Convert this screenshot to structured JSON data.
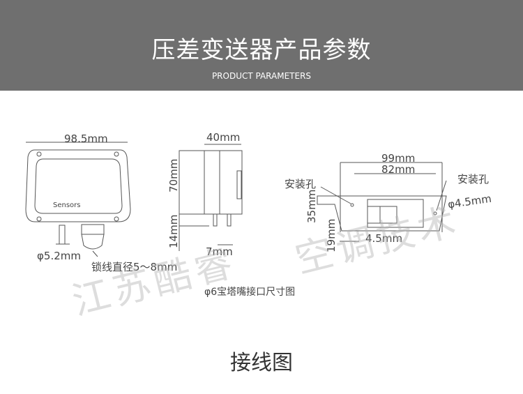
{
  "header": {
    "title": "压差变送器产品参数",
    "subtitle": "PRODUCT PARAMETERS"
  },
  "front_view": {
    "width": "98.5mm",
    "brand": "Sensors",
    "nozzle": "φ5.2mm",
    "cable": "锁线直径5～8mm"
  },
  "side_view": {
    "depth": "40mm",
    "height": "70mm",
    "nozzle_height": "14mm",
    "nozzle_spacing": "7mm",
    "nozzle_caption": "φ6宝塔嘴接口尺寸图"
  },
  "back_view": {
    "outer_width": "99mm",
    "hole_spacing": "82mm",
    "mount_hole_left": "安装孔",
    "mount_hole_right": "安装孔",
    "hole_diameter": "φ4.5mm",
    "height": "35mm",
    "hole_height": "19mm",
    "offset": "4.5mm"
  },
  "watermark": {
    "left": "江苏酷睿",
    "right": "空调技术"
  },
  "footer": {
    "title": "接线图"
  }
}
